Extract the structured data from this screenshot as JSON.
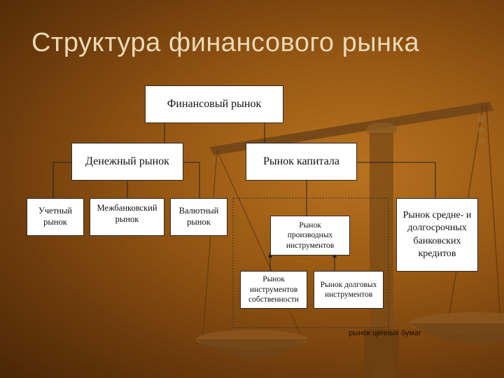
{
  "slide": {
    "title": "Структура финансового рынка"
  },
  "diagram": {
    "root": "Финансовый рынок",
    "money_market": "Денежный рынок",
    "capital_market": "Рынок капитала",
    "accounting_market": "Учетный рынок",
    "interbank_market": "Межбанковский рынок",
    "currency_market": "Валютный рынок",
    "derivatives_market": "Рынок производных инструментов",
    "equity_market": "Рынок инструментов собственности",
    "debt_market": "Рынок долговых инструментов",
    "credit_market": "Рынок средне- и долгосрочных банковских кредитов",
    "securities_caption": "рынок ценных бумаг"
  },
  "colors": {
    "background": "#9a5a14",
    "title_text": "#ecd9b6",
    "box_fill": "#ffffff"
  }
}
